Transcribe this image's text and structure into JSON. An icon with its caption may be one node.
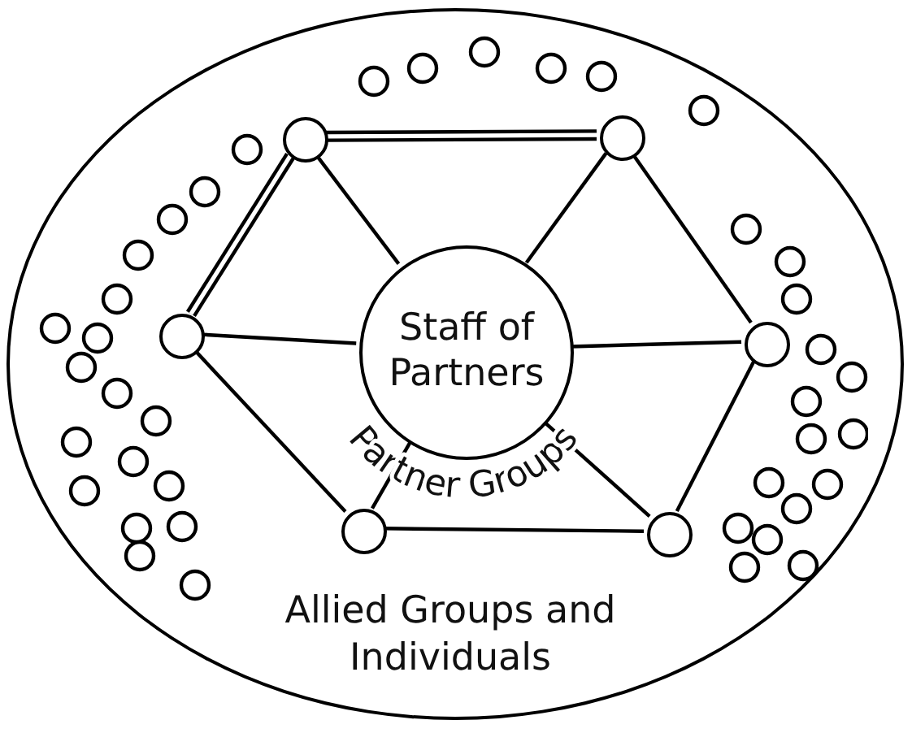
{
  "diagram": {
    "nodes": [
      {
        "text": [
          "Allied Groups and Individuals"
        ]
      },
      {
        "text": [
          "Staff of Partners"
        ],
        "in": 0
      },
      {
        "text": [],
        "shape": "circle",
        "in": 0
      },
      {
        "text": [],
        "shape": "circle",
        "in": 0
      },
      {
        "text": [],
        "shape": "circle",
        "in": 0
      },
      {
        "text": [],
        "shape": "circle",
        "in": 0
      },
      {
        "text": [],
        "shape": "circle",
        "in": 0
      },
      {
        "text": [],
        "shape": "circle",
        "in": 0
      }
    ],
    "edges": [
      {
        "from": 2,
        "to": 3,
        "arrow": "none",
        "style": "thick"
      },
      {
        "from": 3,
        "to": 5,
        "arrow": "none"
      },
      {
        "from": 5,
        "to": 7,
        "arrow": "none"
      },
      {
        "from": 7,
        "to": 6,
        "arrow": "none"
      },
      {
        "from": 6,
        "to": 4,
        "arrow": "none"
      },
      {
        "from": 4,
        "to": 2,
        "arrow": "none",
        "style": "thick"
      },
      {
        "from": 1,
        "to": 2,
        "arrow": "none"
      },
      {
        "from": 1,
        "to": 3,
        "arrow": "none"
      },
      {
        "from": 1,
        "to": 4,
        "arrow": "none"
      },
      {
        "from": 1,
        "to": 5,
        "arrow": "none"
      },
      {
        "from": 1,
        "to": 6,
        "arrow": "none"
      },
      {
        "from": 1,
        "to": 7,
        "arrow": "none"
      }
    ],
    "labels": [
      "Partner Groups"
    ]
  }
}
